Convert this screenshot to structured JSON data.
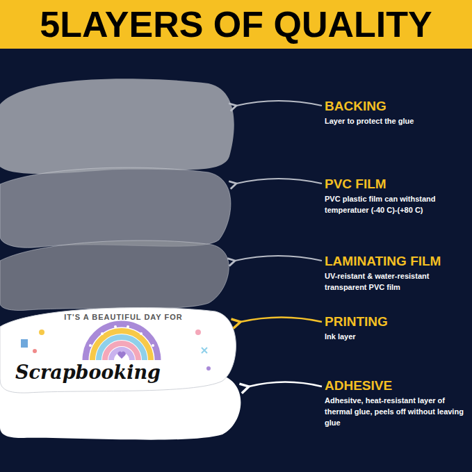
{
  "diagram": {
    "title": "5LAYERS OF QUALITY",
    "labels": [
      "BACKING",
      "Layer to protect the glue",
      "PVC FILM",
      "PVC plastic film can withstand temperatuer (-40 C)-(+80 C)",
      "LAMINATING FILM",
      "UV-reistant & water-resistant transparent PVC film",
      "PRINTING",
      "Ink layer",
      "ADHESIVE",
      "Adhesitve, heat-resistant layer of thermal glue, peels off without leaving glue",
      "IT'S A BEAUTIFUL DAY FOR",
      "Scrapbooking"
    ]
  }
}
